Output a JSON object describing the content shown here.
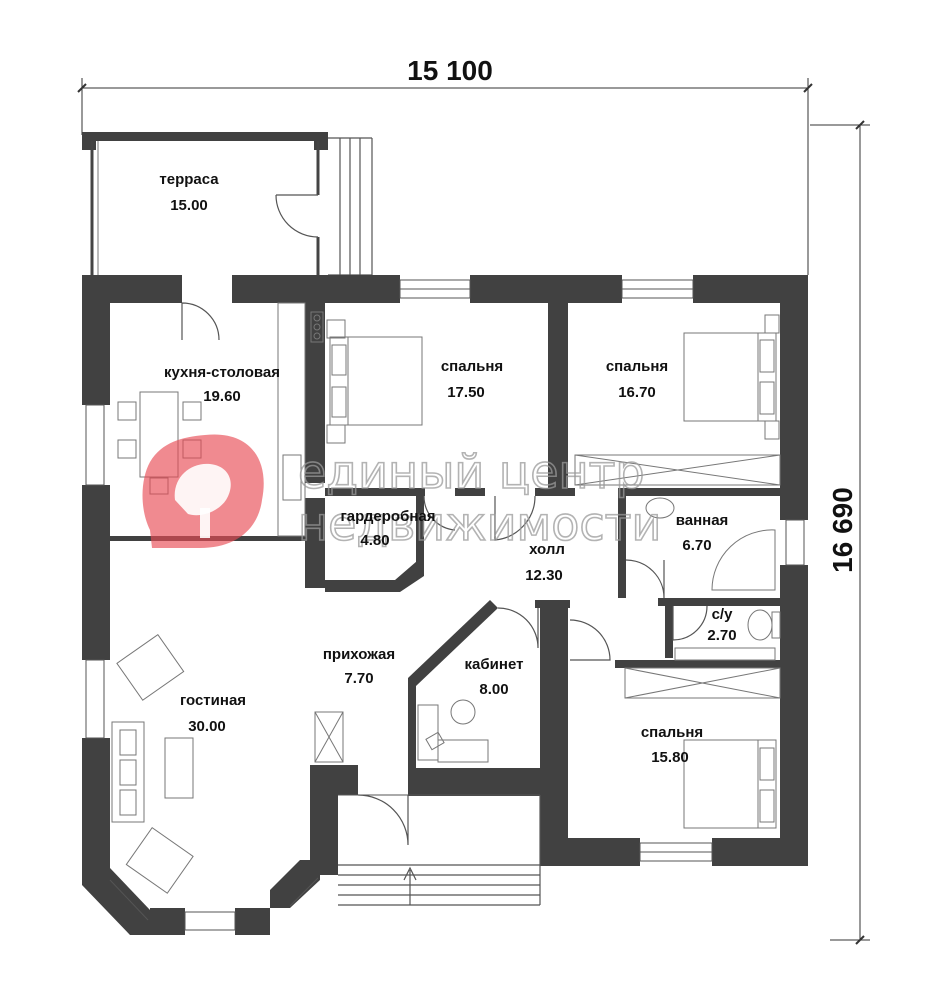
{
  "dimensions": {
    "width": "15 100",
    "height": "16 690"
  },
  "rooms": {
    "terrace": {
      "name": "терраса",
      "area": "15.00"
    },
    "kitchen": {
      "name": "кухня-столовая",
      "area": "19.60"
    },
    "bedroom1": {
      "name": "спальня",
      "area": "17.50"
    },
    "bedroom2": {
      "name": "спальня",
      "area": "16.70"
    },
    "wardrobe": {
      "name": "гардеробная",
      "area": "4.80"
    },
    "bathroom": {
      "name": "ванная",
      "area": "6.70"
    },
    "hall": {
      "name": "холл",
      "area": "12.30"
    },
    "wc": {
      "name": "с/у",
      "area": "2.70"
    },
    "entrance": {
      "name": "прихожая",
      "area": "7.70"
    },
    "office": {
      "name": "кабинет",
      "area": "8.00"
    },
    "living": {
      "name": "гостиная",
      "area": "30.00"
    },
    "bedroom3": {
      "name": "спальня",
      "area": "15.80"
    }
  },
  "watermark": {
    "line1": "единый центр",
    "line2": "недвижимости",
    "logo_color": "#e84b55"
  },
  "colors": {
    "wall": "#414141",
    "line": "#555555"
  }
}
